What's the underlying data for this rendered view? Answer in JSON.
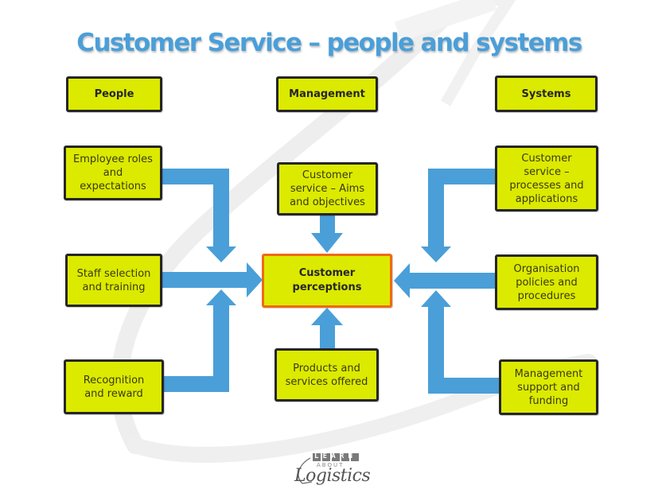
{
  "title": "Customer Service – people and systems",
  "columns": {
    "people": "People",
    "management": "Management",
    "systems": "Systems"
  },
  "center": "Customer\nperceptions",
  "people_items": [
    "Employee roles\nand\nexpectations",
    "Staff selection\nand training",
    "Recognition\nand reward"
  ],
  "management_items": [
    "Customer\nservice – Aims\nand objectives",
    "Products and\nservices offered"
  ],
  "systems_items": [
    "Customer\nservice –\nprocesses and\napplications",
    "Organisation\npolicies and\nprocedures",
    "Management\nsupport and\nfunding"
  ],
  "colors": {
    "box_fill": "#dcea00",
    "box_border": "#262626",
    "center_border": "#f06a12",
    "arrow": "#4a9fd8",
    "title": "#4a9fd8"
  },
  "logo": {
    "top_text": "LEARN",
    "middle_text": "ABOUT",
    "bottom_text": "Logistics"
  }
}
